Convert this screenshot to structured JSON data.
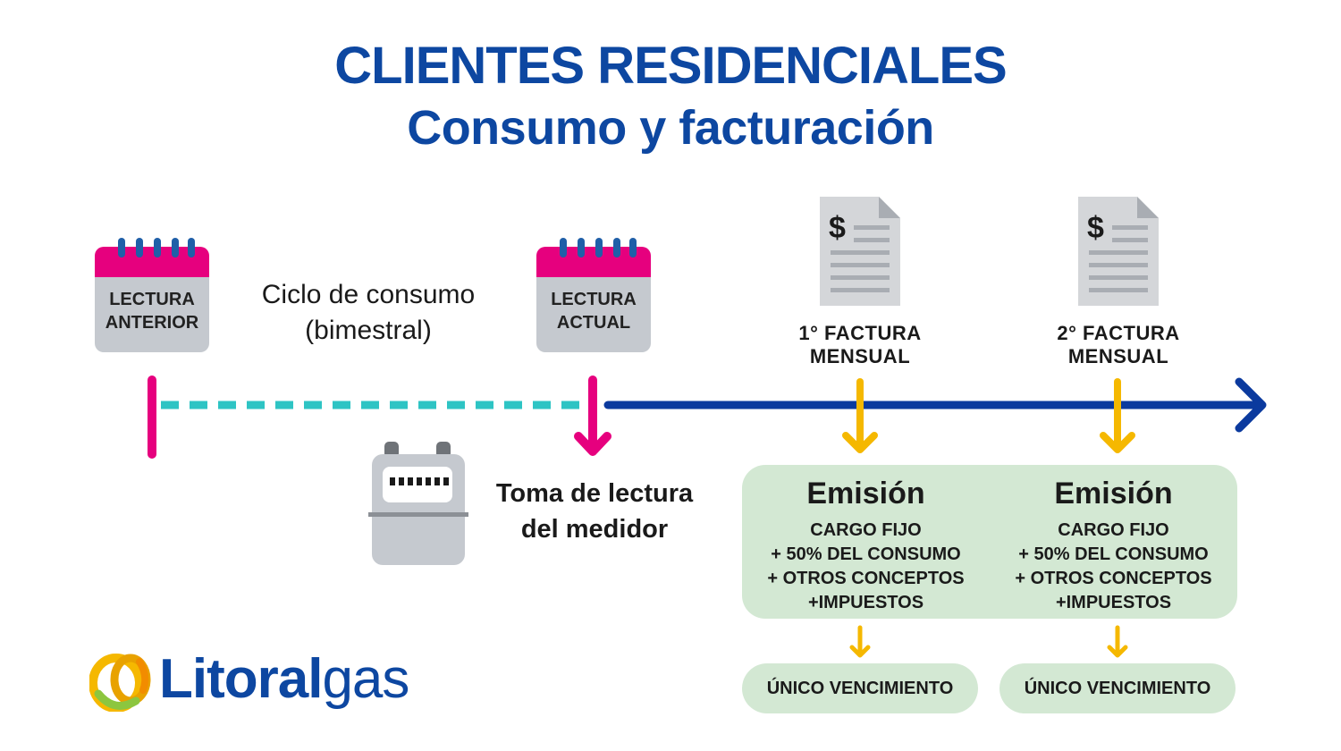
{
  "title": "CLIENTES RESIDENCIALES",
  "subtitle": "Consumo y facturación",
  "calendars": {
    "anterior": [
      "LECTURA",
      "ANTERIOR"
    ],
    "actual": [
      "LECTURA",
      "ACTUAL"
    ]
  },
  "cycle_label": [
    "Ciclo de consumo",
    "(bimestral)"
  ],
  "meter_label": [
    "Toma de lectura",
    "del medidor"
  ],
  "invoices": [
    {
      "label": [
        "1° FACTURA",
        "MENSUAL"
      ]
    },
    {
      "label": [
        "2° FACTURA",
        "MENSUAL"
      ]
    }
  ],
  "emission": {
    "heading": "Emisión",
    "lines": [
      "CARGO FIJO",
      "+ 50% DEL CONSUMO",
      "+ OTROS CONCEPTOS",
      "+IMPUESTOS"
    ]
  },
  "due_label": "ÚNICO VENCIMIENTO",
  "logo": {
    "bold": "Litoral",
    "light": "gas"
  },
  "colors": {
    "title_blue": "#0d47a1",
    "magenta": "#e6007e",
    "teal": "#2ec4c4",
    "timeline_blue": "#0b3a9e",
    "yellow": "#f5b800",
    "panel_green": "#d3e8d3",
    "gray": "#c5c9cf"
  }
}
